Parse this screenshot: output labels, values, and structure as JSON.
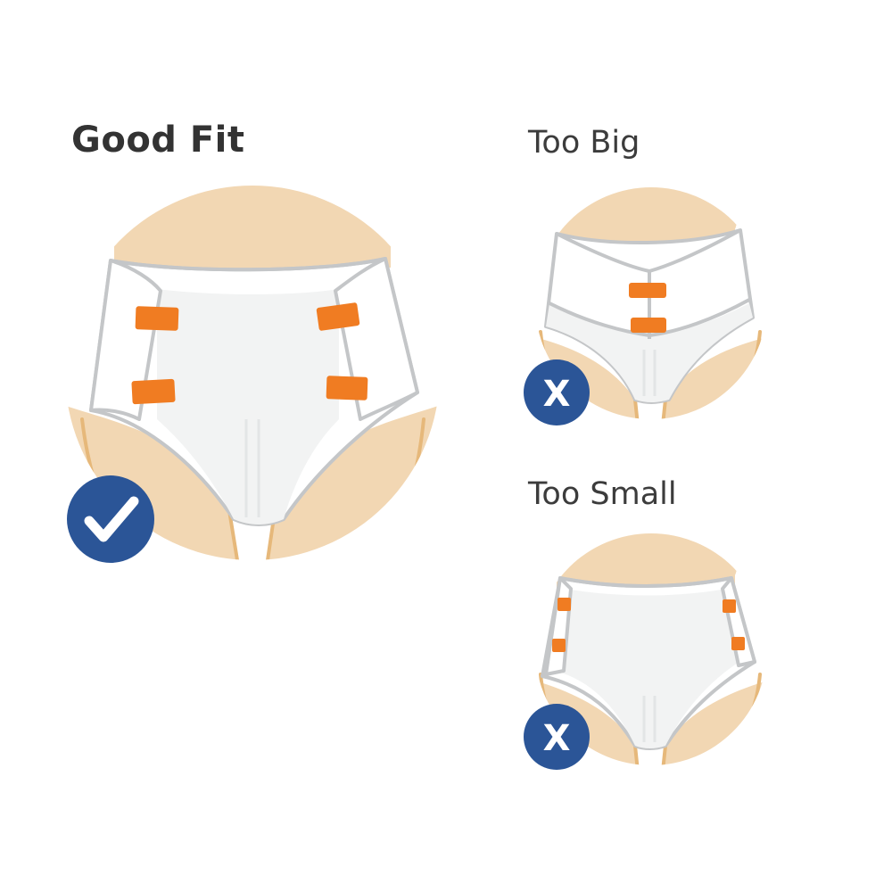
{
  "titles": {
    "good_fit": "Good Fit",
    "too_big": "Too Big",
    "too_small": "Too Small"
  },
  "badges": {
    "good_fit": {
      "symbol": "✔",
      "meaning": "check"
    },
    "too_big": {
      "symbol": "X",
      "meaning": "cross"
    },
    "too_small": {
      "symbol": "X",
      "meaning": "cross"
    }
  },
  "colors": {
    "skin": "#f2d7b3",
    "skin_shadow": "#e6b87a",
    "diaper": "#ffffff",
    "diaper_inner": "#f2f3f3",
    "outline": "#c4c6c8",
    "tab": "#f07c22",
    "badge": "#2b5597",
    "title": "#333333"
  }
}
